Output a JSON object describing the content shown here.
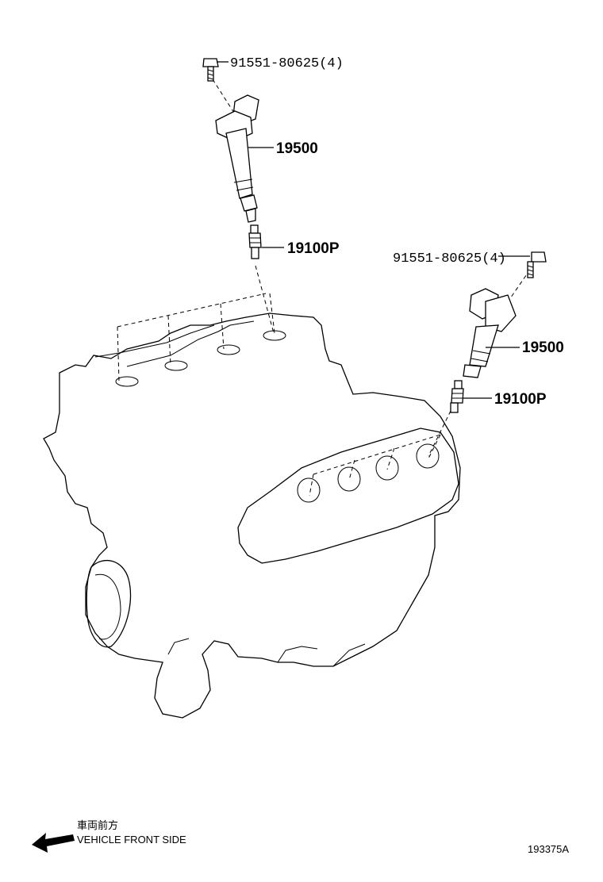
{
  "callouts": {
    "bolt_upper": "91551-80625(4)",
    "coil_upper": "19500",
    "plug_upper": "19100P",
    "bolt_lower": "91551-80625(4)",
    "coil_lower": "19500",
    "plug_lower": "19100P"
  },
  "legend": {
    "jp_label": "車両前方",
    "en_label": "VEHICLE FRONT SIDE",
    "arrow_icon": "arrow-left-icon"
  },
  "figure_id": "193375A"
}
